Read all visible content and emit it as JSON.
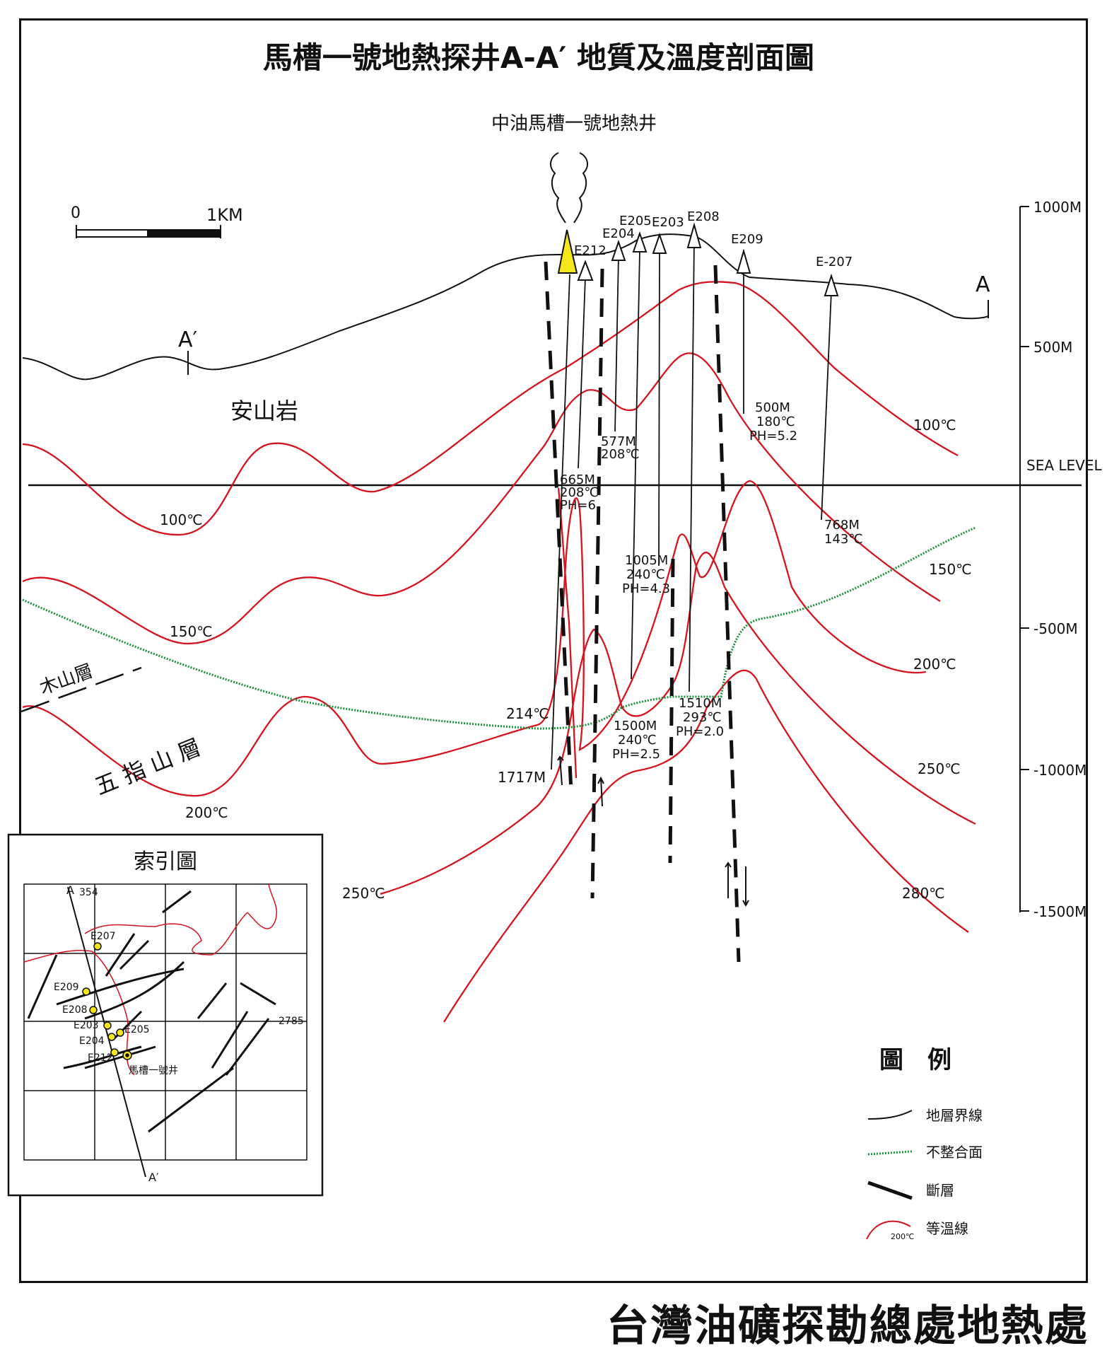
{
  "title": "馬槽一號地熱探井A-A′ 地質及溫度剖面圖",
  "well_name": "中油馬槽一號地熱井",
  "scale": {
    "zero": "0",
    "end": "1KM"
  },
  "section_ends": {
    "a": "A",
    "a_prime": "A′"
  },
  "depth_axis": {
    "ticks": [
      "1000M",
      "500M",
      "SEA LEVEL",
      "-500M",
      "-1000M",
      "-1500M"
    ]
  },
  "wells": [
    "E212",
    "E204",
    "E205",
    "E203",
    "E208",
    "E209",
    "E-207"
  ],
  "well_data": [
    [
      "665M",
      "208℃",
      "PH=6"
    ],
    [
      "577M",
      "208℃"
    ],
    [
      "1005M",
      "240℃",
      "PH=4.3"
    ],
    [
      "1500M",
      "240℃",
      "PH=2.5"
    ],
    [
      "1510M",
      "293℃",
      "PH=2.0"
    ],
    [
      "500M",
      "180℃",
      "PH=5.2"
    ],
    [
      "768M",
      "143℃"
    ],
    [
      "1717M"
    ],
    [
      "214℃"
    ]
  ],
  "formations": {
    "andesite": "安山岩",
    "mushan": "木山層",
    "wuzhishan": "五指山層"
  },
  "isotherms": [
    "100℃",
    "100℃",
    "150℃",
    "150℃",
    "200℃",
    "200℃",
    "250℃",
    "250℃",
    "280℃"
  ],
  "inset": {
    "title": "索引圖",
    "labels": [
      "354",
      "2785",
      "A",
      "A′",
      "E207",
      "E209",
      "E208",
      "E203",
      "E205",
      "E204",
      "E212",
      "馬槽一號井"
    ]
  },
  "legend": {
    "title": "圖　例",
    "items": [
      "地層界線",
      "不整合面",
      "斷層",
      "等溫線"
    ],
    "sample_temp": "200℃"
  },
  "footer": "台灣油礦探勘總處地熱處",
  "colors": {
    "isotherm": "#d4141e",
    "unconformity": "#1a8f3a",
    "line": "#111111",
    "steam_marker": "#f5e51b"
  }
}
